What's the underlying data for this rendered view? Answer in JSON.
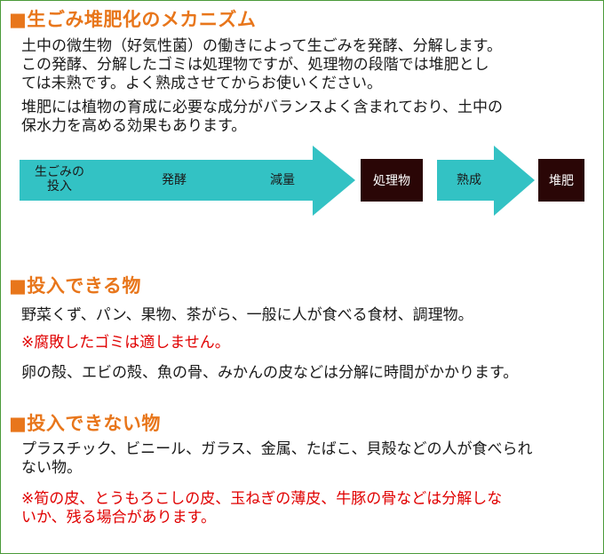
{
  "sections": {
    "mechanism": {
      "heading": "■生ごみ堆肥化のメカニズム",
      "paragraph_1": "土中の微生物（好気性菌）の働きによって生ごみを発酵、分解します。\nこの発酵、分解したゴミは処理物ですが、処理物の段階では堆肥とし\nては未熟です。よく熟成させてからお使いください。",
      "paragraph_2": "堆肥には植物の育成に必要な成分がバランスよく含まれており、土中の\n保水力を高める効果もあります。"
    },
    "can_input": {
      "heading": "■投入できる物",
      "items": "野菜くず、パン、果物、茶がら、一般に人が食べる食材、調理物。",
      "warning": "※腐敗したゴミは適しません。",
      "note": "卵の殻、エビの殻、魚の骨、みかんの皮などは分解に時間がかかります。"
    },
    "cannot_input": {
      "heading": "■投入できない物",
      "items": "プラスチック、ビニール、ガラス、金属、たばこ、貝殻などの人が食べられ\nない物。",
      "warning": "※筍の皮、とうもろこしの皮、玉ねぎの薄皮、牛豚の骨などは分解しな\nいか、残る場合があります。"
    }
  },
  "flow": {
    "step_input": "生ごみの\n投入",
    "step_ferment": "発酵",
    "step_reduce": "減量",
    "box_processed": "処理物",
    "step_mature": "熟成",
    "box_compost": "堆肥"
  },
  "colors": {
    "heading": "#e8761b",
    "arrow": "#33c2c4",
    "box": "#2a0606",
    "warning": "#e00000",
    "border": "#4a9a3a"
  }
}
